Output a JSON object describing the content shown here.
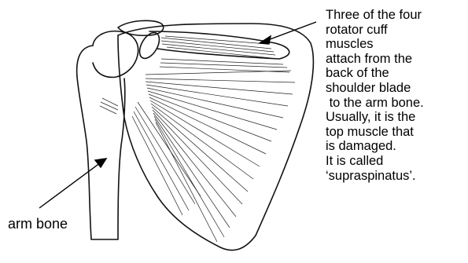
{
  "annotations": {
    "rotator_cuff_caption": [
      "Three of the four",
      "rotator cuff",
      "muscles",
      "attach from the",
      "back of the",
      "shoulder blade",
      " to the arm bone.",
      "Usually, it is the",
      "top muscle that",
      "is damaged.",
      "It is called",
      "‘supraspinatus’."
    ],
    "arm_bone_label": "arm bone"
  }
}
